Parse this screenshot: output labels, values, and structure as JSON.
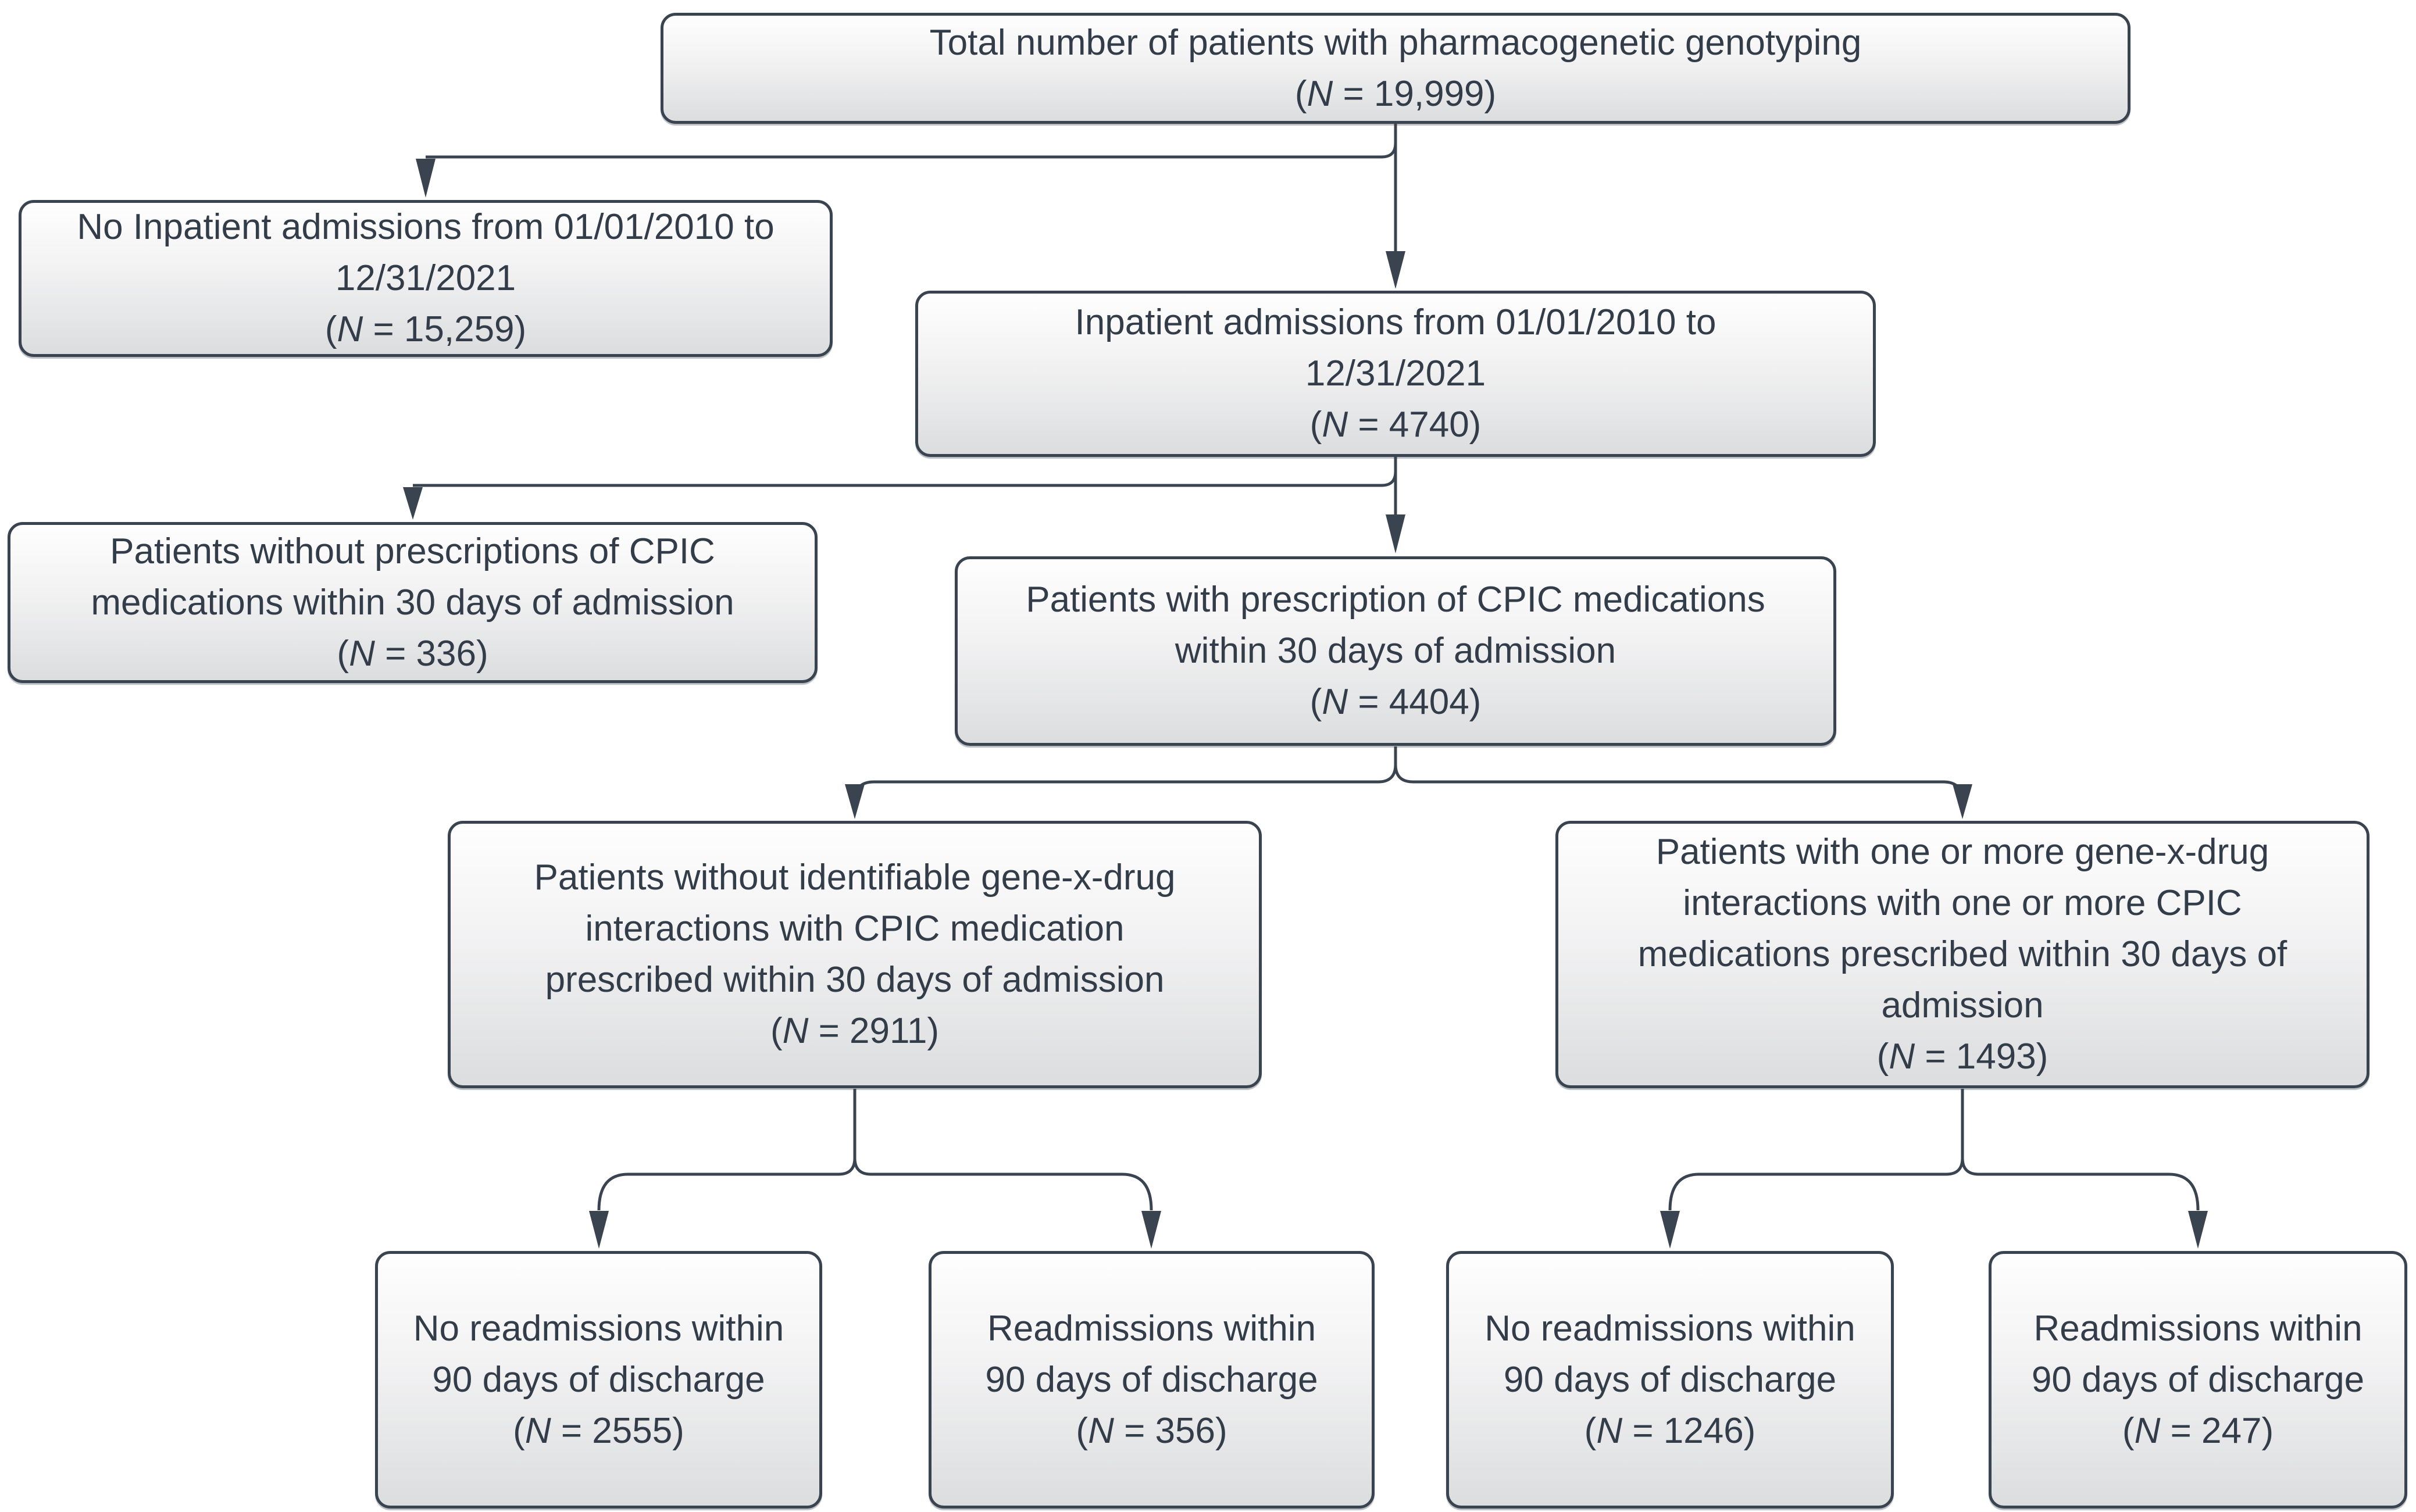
{
  "figure": {
    "title": "Patient pharmacogenetic genotyping flow diagram",
    "colors": {
      "line": "#3a4450",
      "text": "#333d49",
      "box_fill_top": "#fefefe",
      "box_fill_bottom": "#dcddde"
    },
    "tokens": {
      "paren_open": "(",
      "n_symbol": "N"
    },
    "boxes": {
      "total": {
        "lines": [
          "Total number of patients with pharmacogenetic genotyping"
        ],
        "n_rest": " = 19,999)"
      },
      "no_inpatient": {
        "lines": [
          "No Inpatient admissions from 01/01/2010 to",
          "12/31/2021"
        ],
        "n_rest": " = 15,259)"
      },
      "inpatient": {
        "lines": [
          "Inpatient admissions from 01/01/2010 to",
          "12/31/2021"
        ],
        "n_rest": " = 4740)"
      },
      "no_cpic_rx": {
        "lines": [
          "Patients without prescriptions of CPIC",
          "medications within 30 days of admission"
        ],
        "n_rest": " = 336)"
      },
      "cpic_rx": {
        "lines": [
          "Patients with prescription of CPIC medications",
          "within 30 days of admission"
        ],
        "n_rest": " = 4404)"
      },
      "no_gene_drug": {
        "lines": [
          "Patients without identifiable gene-x-drug",
          "interactions with CPIC medication",
          "prescribed within 30 days of admission"
        ],
        "n_rest": " = 2911)"
      },
      "gene_drug": {
        "lines": [
          "Patients with one or more gene-x-drug",
          "interactions with one or more CPIC",
          "medications prescribed within 30 days of",
          "admission"
        ],
        "n_rest": " = 1493)"
      },
      "no_readmit_left": {
        "lines": [
          "No readmissions within",
          "90 days of discharge"
        ],
        "n_rest": " = 2555)"
      },
      "readmit_left": {
        "lines": [
          "Readmissions within",
          "90 days of discharge"
        ],
        "n_rest": " = 356)"
      },
      "no_readmit_right": {
        "lines": [
          "No readmissions within",
          "90 days of discharge"
        ],
        "n_rest": " = 1246)"
      },
      "readmit_right": {
        "lines": [
          "Readmissions within",
          "90 days of discharge"
        ],
        "n_rest": " = 247)"
      }
    }
  }
}
